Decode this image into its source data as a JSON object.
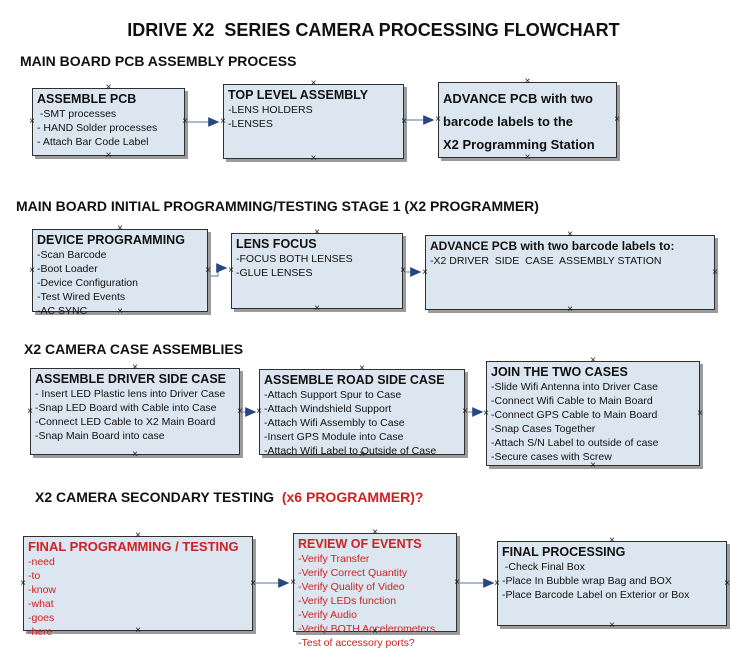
{
  "title": "IDRIVE X2  SERIES CAMERA PROCESSING FLOWCHART",
  "colors": {
    "background": "#ffffff",
    "box_fill": "#dce6f1",
    "box_border": "#2f2f2f",
    "box_shadow": "#9b9b9b",
    "arrow_line": "#8ba2c0",
    "arrow_head": "#26477f",
    "red_text": "#cc2222",
    "black_text": "#111111"
  },
  "icons": {
    "connection_handle": "×"
  },
  "sections": [
    {
      "heading": "MAIN BOARD PCB ASSEMBLY PROCESS"
    },
    {
      "heading": "MAIN BOARD INITIAL PROGRAMMING/TESTING STAGE 1 (X2 PROGRAMMER)"
    },
    {
      "heading": "X2 CAMERA CASE ASSEMBLIES"
    },
    {
      "heading": "X2 CAMERA SECONDARY TESTING",
      "heading_red": "  (x6 PROGRAMMER)?"
    }
  ],
  "boxes": {
    "a1": {
      "title": "ASSEMBLE PCB",
      "items": [
        " -SMT processes",
        "- HAND Solder processes",
        "- Attach Bar Code Label"
      ],
      "style": "default"
    },
    "a2": {
      "title": "TOP LEVEL ASSEMBLY",
      "items": [
        "-LENS HOLDERS",
        "-LENSES"
      ],
      "style": "default"
    },
    "a3": {
      "title": "ADVANCE PCB with two\nbarcode labels to the\n X2 Programming Station",
      "items": [],
      "style": "default"
    },
    "b1": {
      "title": "DEVICE PROGRAMMING",
      "items": [
        "-Scan Barcode",
        "-Boot Loader",
        "-Device Configuration",
        "-Test Wired Events",
        "-AC SYNC"
      ],
      "style": "default"
    },
    "b2": {
      "title": "LENS FOCUS",
      "items": [
        "-FOCUS BOTH LENSES",
        "-GLUE LENSES"
      ],
      "style": "default"
    },
    "b3": {
      "title": "ADVANCE PCB with two barcode labels to:",
      "items": [
        "-X2 DRIVER  SIDE  CASE  ASSEMBLY STATION"
      ],
      "style": "default"
    },
    "c1": {
      "title": "ASSEMBLE DRIVER SIDE CASE",
      "items": [
        "- Insert LED Plastic lens into Driver Case",
        "-Snap LED Board with Cable into Case",
        "-Connect LED Cable to X2 Main Board",
        "-Snap Main Board into case"
      ],
      "style": "default"
    },
    "c2": {
      "title": "ASSEMBLE ROAD SIDE CASE",
      "items": [
        "-Attach Support Spur to Case",
        "-Attach Windshield Support",
        "-Attach Wifi Assembly to Case",
        "-Insert GPS Module into Case",
        "-Attach Wifi Label to Outside of Case"
      ],
      "style": "default"
    },
    "c3": {
      "title": "JOIN THE TWO CASES",
      "items": [
        "-Slide Wifi Antenna into Driver Case",
        "-Connect Wifi Cable to Main Board",
        "-Connect GPS Cable to Main Board",
        "-Snap Cases Together",
        "-Attach S/N Label to outside of case",
        "-Secure cases with Screw"
      ],
      "style": "default"
    },
    "d1": {
      "title": "FINAL PROGRAMMING / TESTING",
      "items": [
        "-need",
        "-to",
        "-know",
        "-what",
        "-goes",
        "-here"
      ],
      "style": "red"
    },
    "d2": {
      "title": "REVIEW OF EVENTS",
      "items": [
        "-Verify Transfer",
        "-Verify Correct Quantity",
        "-Verify Quality of Video",
        "-Verify LEDs function",
        "-Verify Audio",
        "-Verify BOTH Accelerometers",
        "-Test of accessory ports?"
      ],
      "style": "red"
    },
    "d3": {
      "title": "FINAL PROCESSING",
      "items": [
        " -Check Final Box",
        "-Place In Bubble wrap Bag and BOX",
        "-Place Barcode Label on Exterior or Box"
      ],
      "style": "default"
    }
  }
}
